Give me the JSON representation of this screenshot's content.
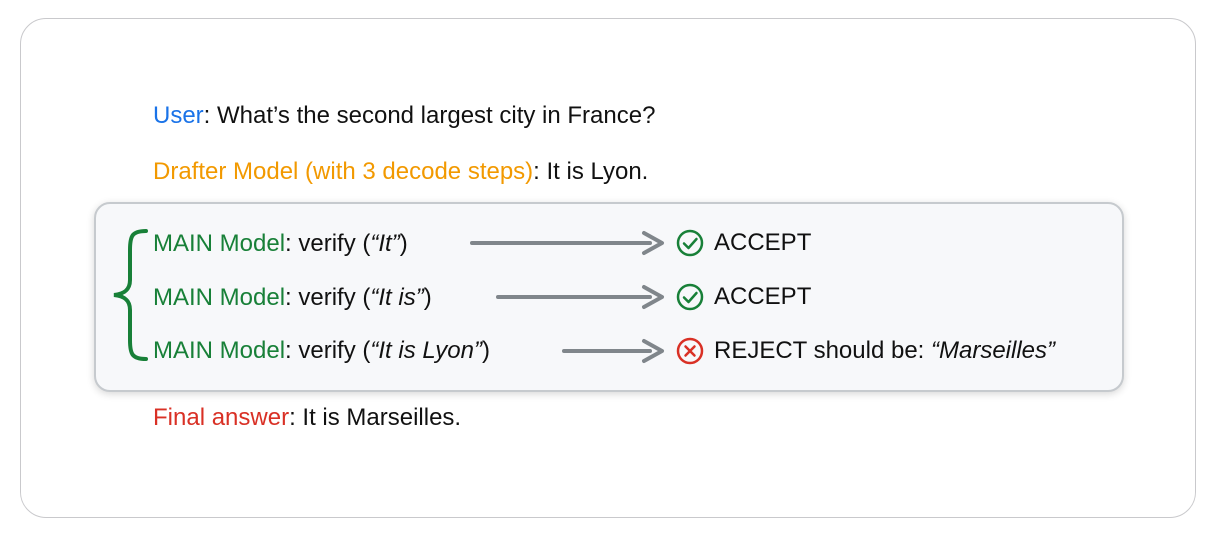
{
  "user": {
    "speaker": "User",
    "text": ": What’s the second largest city in France?"
  },
  "drafter": {
    "speaker": "Drafter Model (with 3 decode steps)",
    "text": ": It is Lyon."
  },
  "verifications": [
    {
      "model": "MAIN Model",
      "prefix": ": verify (",
      "quote": "“It”",
      "suffix": ")",
      "status_icon": "check-circle-icon",
      "status": "ACCEPT",
      "status_quote": ""
    },
    {
      "model": "MAIN Model",
      "prefix": ": verify (",
      "quote": "“It is”",
      "suffix": ")",
      "status_icon": "check-circle-icon",
      "status": "ACCEPT",
      "status_quote": ""
    },
    {
      "model": "MAIN Model",
      "prefix": ": verify (",
      "quote": "“It is Lyon”",
      "suffix": ")",
      "status_icon": "x-circle-icon",
      "status": "REJECT should be: ",
      "status_quote": "“Marseilles”"
    }
  ],
  "final": {
    "speaker": "Final answer",
    "text": ": It is Marseilles."
  },
  "colors": {
    "user": "#1a73e8",
    "drafter": "#f29900",
    "main_model": "#188038",
    "final": "#d93025",
    "accept": "#188038",
    "reject": "#d93025",
    "arrow": "#80868b"
  }
}
